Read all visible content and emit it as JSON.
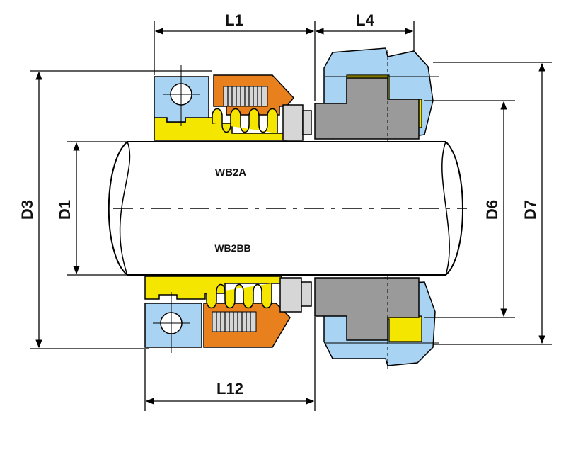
{
  "dimensions": {
    "L1": "L1",
    "L4": "L4",
    "L12": "L12",
    "D1": "D1",
    "D3": "D3",
    "D6": "D6",
    "D7": "D7"
  },
  "models": {
    "upper": "WB2A",
    "lower": "WB2BB"
  },
  "colors": {
    "yellow": "#F5E600",
    "orange": "#E8801E",
    "blue": "#A9D3F2",
    "seat_gray": "#9A9A9A",
    "light_gray": "#D6D6D6",
    "line": "#000000"
  }
}
